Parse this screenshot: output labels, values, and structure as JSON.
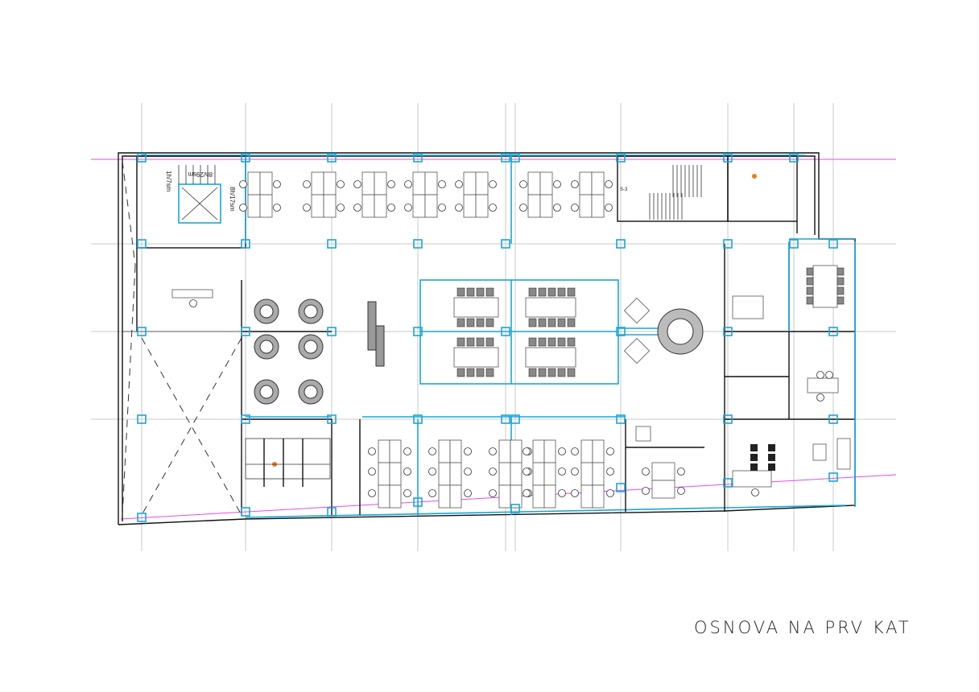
{
  "drawing": {
    "title": "OSNOVA NA PRV KAT",
    "stair_notes": [
      "1h/7sm",
      "8h/29sm",
      "8h/17sm"
    ],
    "room_labels": [
      "S-3"
    ]
  },
  "colors": {
    "walls": "#111111",
    "columns_glass": "#19a7d8",
    "reference_line": "#e14ee6",
    "grid": "#c8c8c8",
    "fixture_marker": "#f07a1a"
  }
}
